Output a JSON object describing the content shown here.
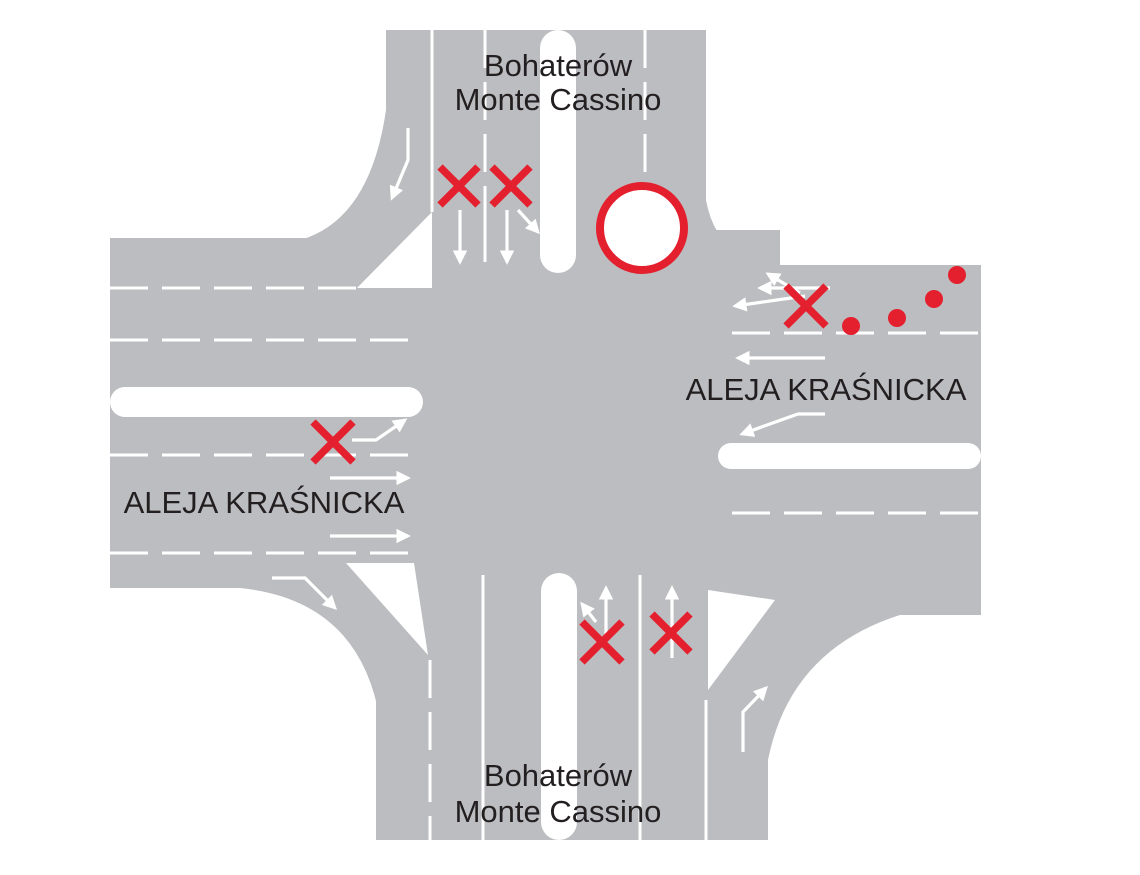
{
  "colors": {
    "road": "#bcbdc0",
    "marking": "#ffffff",
    "prohibition": "#e4202e",
    "label": "#231f20"
  },
  "streets": {
    "north_line1": "Bohaterów",
    "north_line2": "Monte Cassino",
    "south_line1": "Bohaterów",
    "south_line2": "Monte Cassino",
    "east": "ALEJA KRAŚNICKA",
    "west": "ALEJA KRAŚNICKA"
  },
  "symbols": {
    "prohibited_movement": "red-x-icon",
    "no_entry": "red-circle-icon",
    "detour_route": "red-dotted-path"
  }
}
